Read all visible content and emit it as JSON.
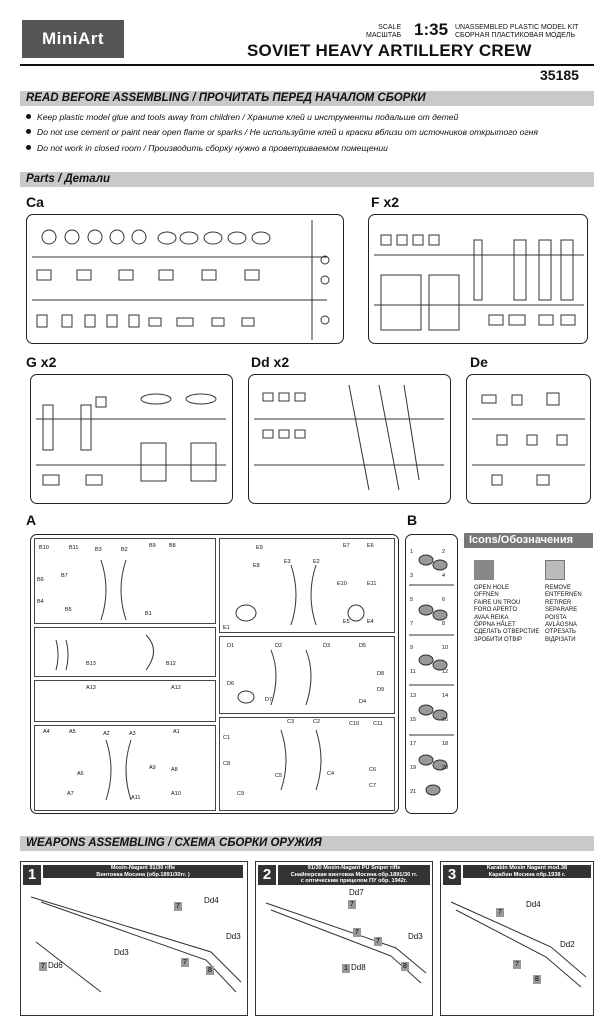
{
  "header": {
    "logo": "MiniArt",
    "scale_label_en": "SCALE",
    "scale_label_ru": "МАСШТАБ",
    "scale": "1:35",
    "kit_type_en": "UNASSEMBLED PLASTIC MODEL KIT",
    "kit_type_ru": "СБОРНАЯ ПЛАСТИКОВАЯ МОДЕЛЬ",
    "title": "SOVIET HEAVY ARTILLERY CREW",
    "kit_number": "35185"
  },
  "read_before": {
    "heading": "READ BEFORE ASSEMBLING / ПРОЧИТАТЬ ПЕРЕД НАЧАЛОМ СБОРКИ",
    "warnings": [
      "Keep plastic model glue and tools away from children /  Храните клей и инструменты подальше от детей",
      "Do not use cement or paint near open flame or sparks / Не используйте клей и краски вблизи от источников открытого огня",
      "Do not work in closed room / Производить сборку нужно в проветриваемом помещении"
    ]
  },
  "parts": {
    "heading": "Parts / Детали",
    "sprues": [
      {
        "label": "Ca"
      },
      {
        "label": "F x2"
      },
      {
        "label": "G x2"
      },
      {
        "label": "Dd x2"
      },
      {
        "label": "De"
      },
      {
        "label": "A"
      },
      {
        "label": "B"
      }
    ],
    "a_labels": [
      "B10",
      "B11",
      "B3",
      "B2",
      "B9",
      "B8",
      "B6",
      "B7",
      "B4",
      "B5",
      "B1",
      "E9",
      "E7",
      "E6",
      "E8",
      "E3",
      "E2",
      "E10",
      "E11",
      "E1",
      "E5",
      "E4",
      "B13",
      "B12",
      "D1",
      "D2",
      "D3",
      "D5",
      "D6",
      "D8",
      "D7",
      "D9",
      "D4",
      "A13",
      "A12",
      "A4",
      "A5",
      "A2",
      "A3",
      "A1",
      "A6",
      "A9",
      "A8",
      "A7",
      "A11",
      "A10",
      "C1",
      "C3",
      "C2",
      "C10",
      "C11",
      "C8",
      "C6",
      "C5",
      "C4",
      "C7",
      "C9"
    ],
    "b_labels": [
      "1",
      "2",
      "3",
      "4",
      "5",
      "6",
      "7",
      "8",
      "9",
      "10",
      "11",
      "12",
      "13",
      "14",
      "15",
      "16",
      "17",
      "18",
      "19",
      "20",
      "21"
    ]
  },
  "icons": {
    "heading": "Icons/Обозначения",
    "open_hole": "OPEN HOLE\nOFFNEN\nFAIRE UN TROU\nFORO APERTO\nAVAA REIKA\nÖPPNA HÅLET\nСДЕЛАТЬ ОТВЕРСТИЕ\nЗРОБИТИ ОТВІР",
    "remove": "REMOVE\nENTFERNEN\nRETIRER\nSEPARARE\nPOISTA\nAVLÄGSNA\nОТРЕЗАТЬ\nВІДРІЗАТИ"
  },
  "weapons": {
    "heading": "WEAPONS ASSEMBLING / СХЕМА СБОРКИ ОРУЖИЯ",
    "steps": [
      {
        "num": "1",
        "title_en": "Mosin-Nagant 91/30 rifle",
        "title_ru": "Винтовка Мосина (обр.1891/30гг. )",
        "labels": [
          "Dd4",
          "Dd3",
          "Dd6",
          "Dd3",
          "7",
          "7",
          "8",
          "7"
        ]
      },
      {
        "num": "2",
        "title_en": "91/30 Mosin-Nagant PU Sniper rifle",
        "title_ru": "Снайперская винтовка Мосина обр.1891/30 гг.",
        "title_ru2": "с оптическим прицелом ПУ обр. 1942г.",
        "labels": [
          "Dd7",
          "Dd3",
          "Dd8",
          "7",
          "7",
          "7",
          "8",
          "1"
        ]
      },
      {
        "num": "3",
        "title_en": "Karabin Mosin Nagant mod.38",
        "title_ru": "Карабин Мосина обр.1938 г.",
        "labels": [
          "Dd4",
          "Dd2",
          "7",
          "7",
          "8"
        ]
      }
    ]
  }
}
